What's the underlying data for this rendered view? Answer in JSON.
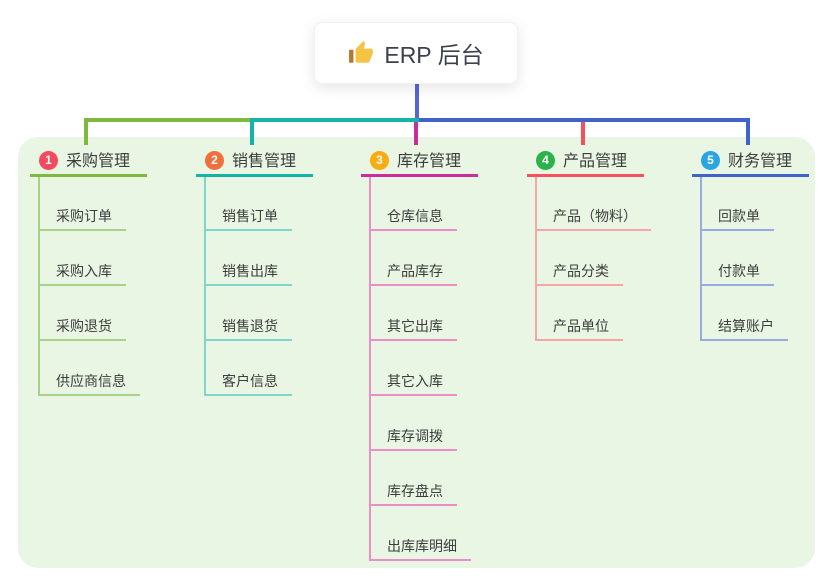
{
  "root": {
    "icon": "thumbs-up",
    "label": "ERP 后台"
  },
  "branches": [
    {
      "number": "1",
      "label": "采购管理",
      "badge_color": "#f5495f",
      "line_color": "#7db83f",
      "sub_line_color": "#a9d287",
      "children": [
        "采购订单",
        "采购入库",
        "采购退货",
        "供应商信息"
      ]
    },
    {
      "number": "2",
      "label": "销售管理",
      "badge_color": "#f06f3c",
      "line_color": "#14b2a7",
      "sub_line_color": "#82d5cb",
      "children": [
        "销售订单",
        "销售出库",
        "销售退货",
        "客户信息"
      ]
    },
    {
      "number": "3",
      "label": "库存管理",
      "badge_color": "#f8ac11",
      "line_color": "#cb2d9d",
      "sub_line_color": "#ec8dc8",
      "children": [
        "仓库信息",
        "产品库存",
        "其它出库",
        "其它入库",
        "库存调拨",
        "库存盘点",
        "出库库明细"
      ]
    },
    {
      "number": "4",
      "label": "产品管理",
      "badge_color": "#2ab24b",
      "line_color": "#f4515f",
      "sub_line_color": "#f9a3ab",
      "children": [
        "产品（物料）",
        "产品分类",
        "产品单位"
      ]
    },
    {
      "number": "5",
      "label": "财务管理",
      "badge_color": "#2aa5e4",
      "line_color": "#3f63c8",
      "sub_line_color": "#97abde",
      "children": [
        "回款单",
        "付款单",
        "结算账户"
      ]
    }
  ],
  "colors": {
    "root_connector": "#5566d4",
    "panel_bg": "#e9f6e3",
    "canvas_bg": "#ffffff",
    "text": "#3d3d3d",
    "root_text": "#3c4150"
  }
}
